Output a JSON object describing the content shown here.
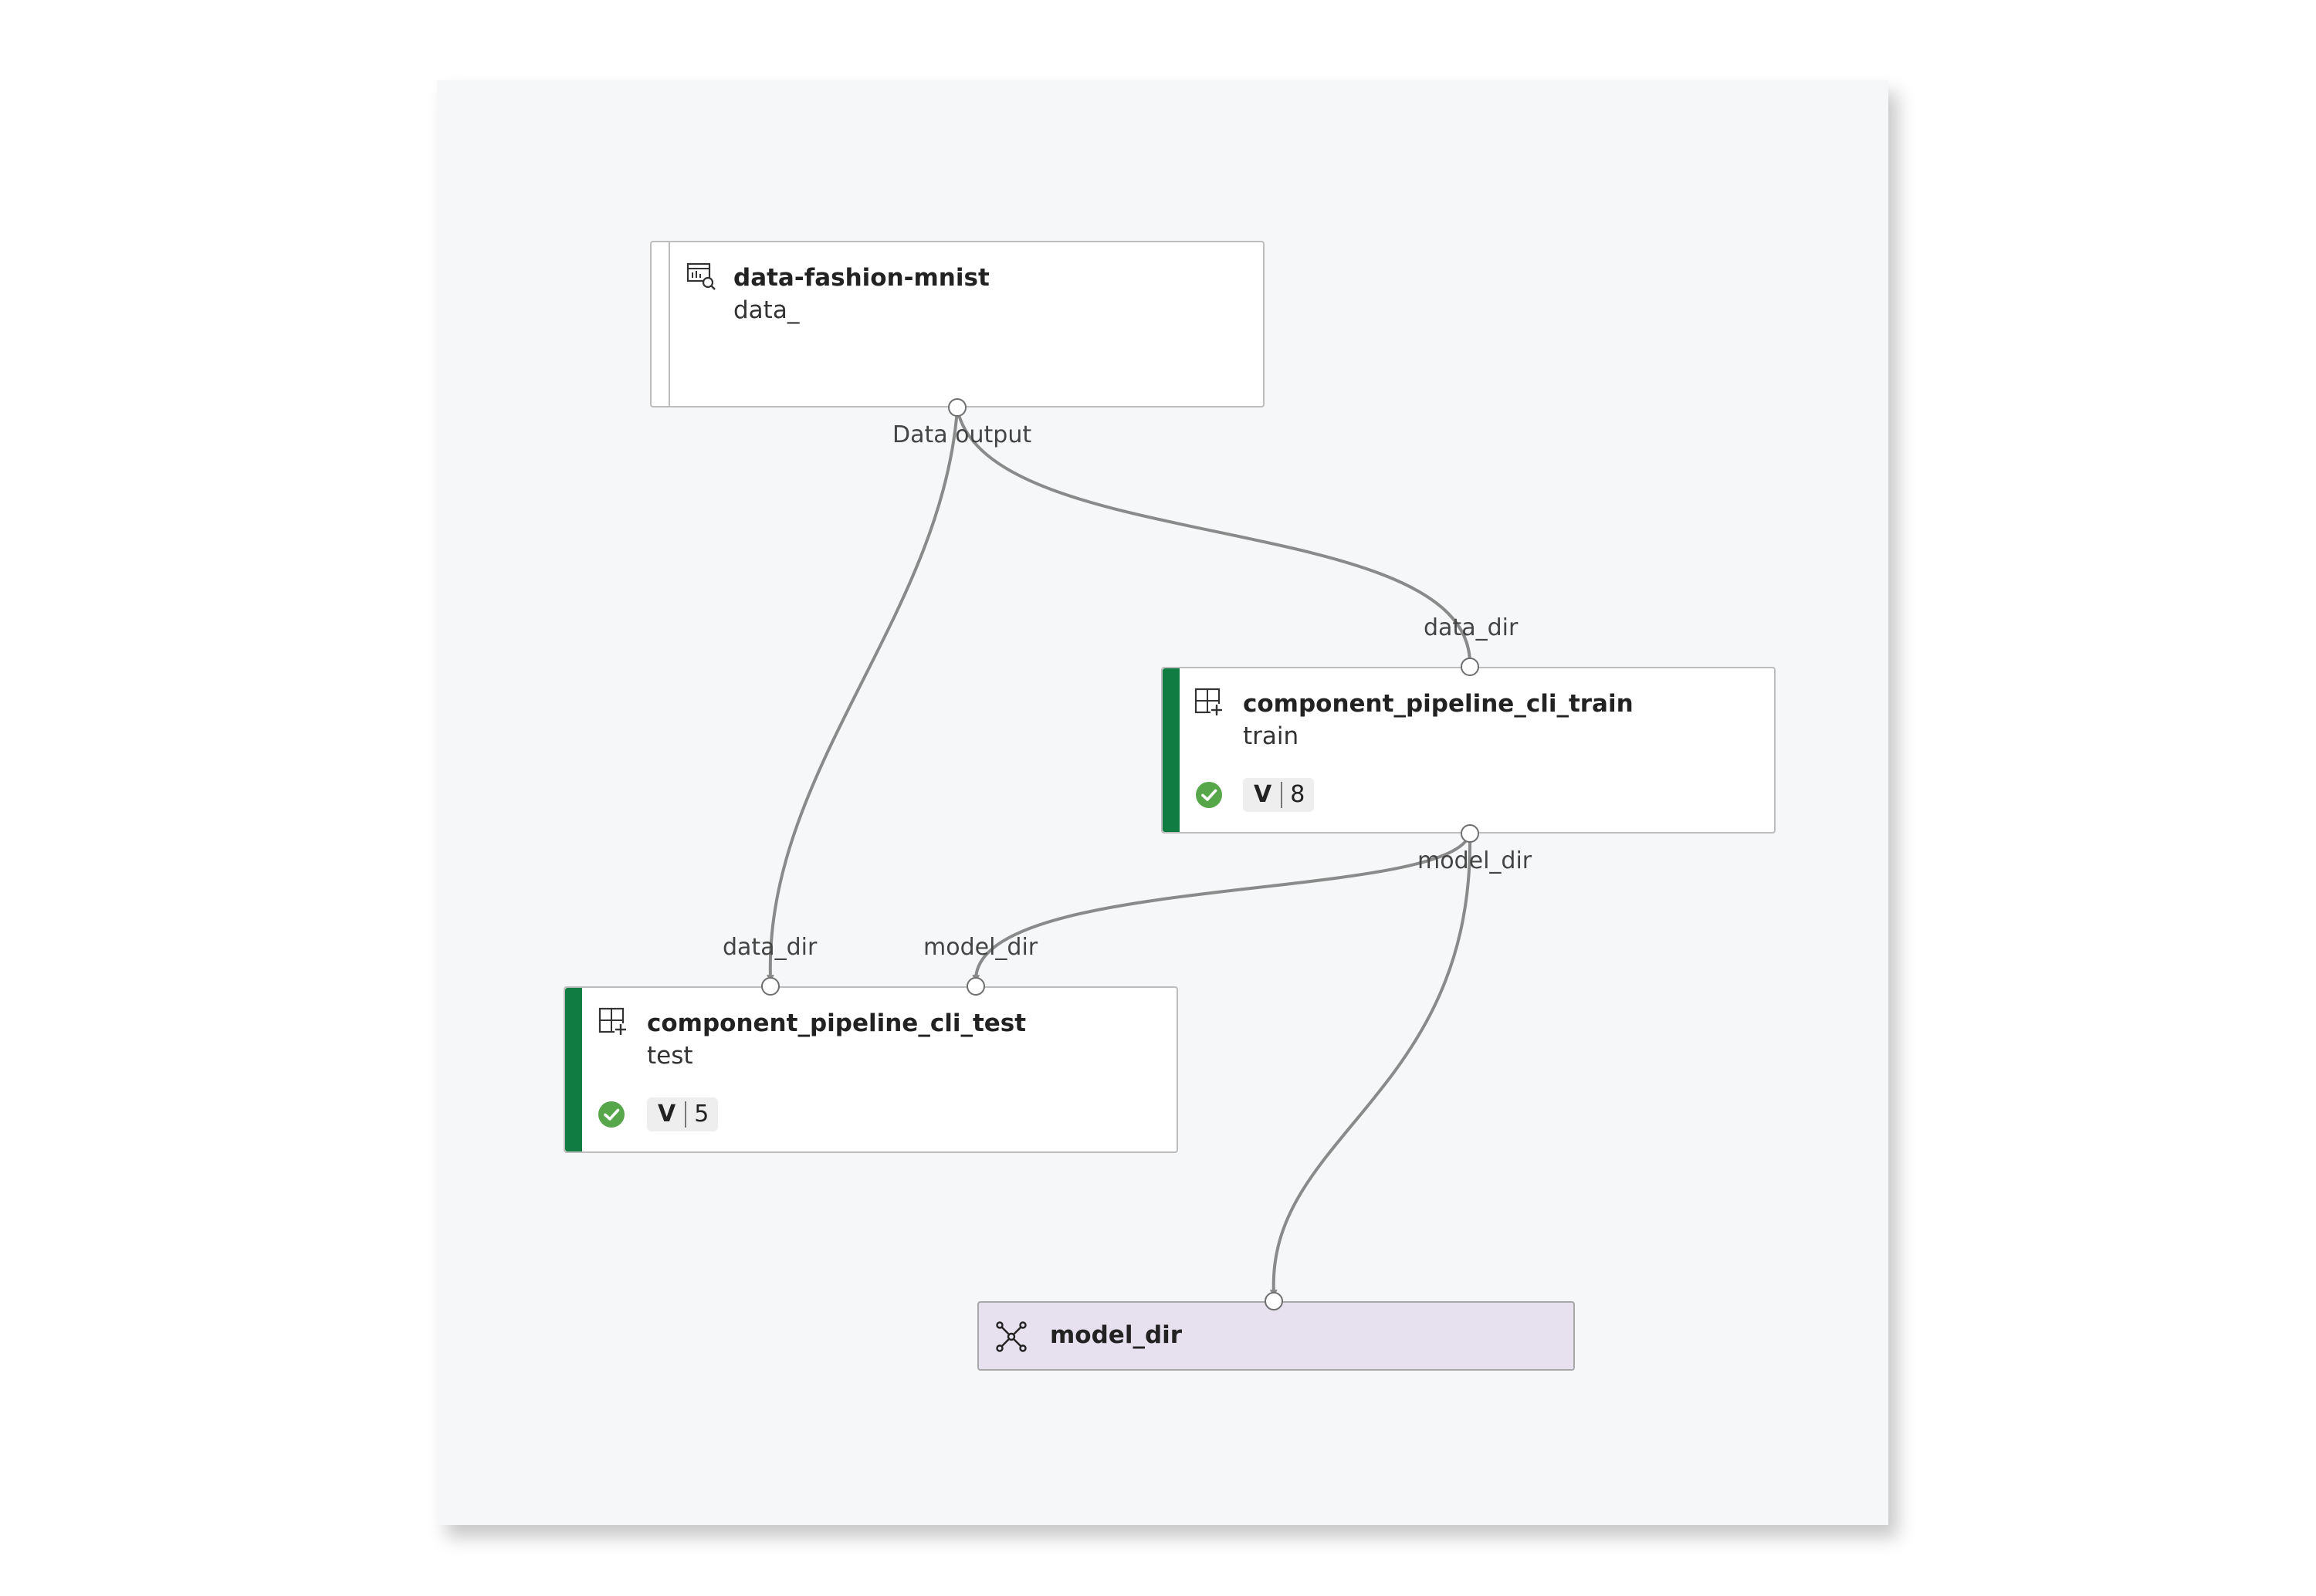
{
  "nodes": {
    "data": {
      "title": "data-fashion-mnist",
      "subtitle": "data_",
      "output_port": "Data output",
      "icon": "dataset-icon"
    },
    "train": {
      "title": "component_pipeline_cli_train",
      "subtitle": "train",
      "input_port": "data_dir",
      "output_port": "model_dir",
      "version_label": "V",
      "version": "8",
      "status": "completed",
      "icon": "component-icon"
    },
    "test": {
      "title": "component_pipeline_cli_test",
      "subtitle": "test",
      "input_ports": [
        "data_dir",
        "model_dir"
      ],
      "version_label": "V",
      "version": "5",
      "status": "completed",
      "icon": "component-icon"
    },
    "output": {
      "title": "model_dir",
      "icon": "pipeline-output-icon"
    }
  },
  "edges": [
    {
      "from": "data.Data output",
      "to": "test.data_dir"
    },
    {
      "from": "data.Data output",
      "to": "train.data_dir"
    },
    {
      "from": "train.model_dir",
      "to": "test.model_dir"
    },
    {
      "from": "train.model_dir",
      "to": "output.model_dir"
    }
  ],
  "colors": {
    "status_bar": "#107c41",
    "success": "#57a64a",
    "output_node_bg": "#e7e1ef",
    "edge": "#8a8a8a",
    "canvas": "#f5f7f8"
  }
}
